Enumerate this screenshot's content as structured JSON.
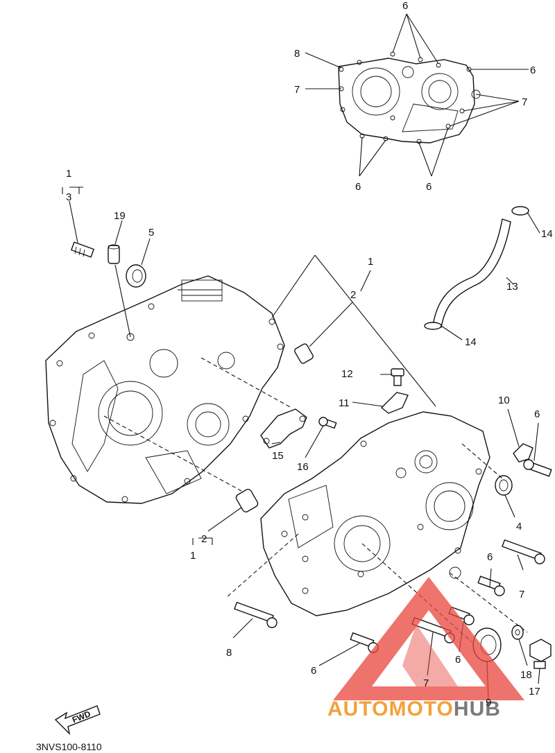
{
  "diagram": {
    "drawing_code": "3NVS100-8110",
    "fwd_label": "FWD",
    "callouts": [
      {
        "id": "c1-top",
        "text": "1"
      },
      {
        "id": "c3-top",
        "text": "3"
      },
      {
        "id": "c19",
        "text": "19"
      },
      {
        "id": "c5",
        "text": "5"
      },
      {
        "id": "c1-mid",
        "text": "1"
      },
      {
        "id": "c2-mid",
        "text": "2"
      },
      {
        "id": "c6-a",
        "text": "6"
      },
      {
        "id": "c8-gasket",
        "text": "8"
      },
      {
        "id": "c6-b",
        "text": "6"
      },
      {
        "id": "c7-a",
        "text": "7"
      },
      {
        "id": "c7-b",
        "text": "7"
      },
      {
        "id": "c6-c",
        "text": "6"
      },
      {
        "id": "c6-d",
        "text": "6"
      },
      {
        "id": "c14-a",
        "text": "14"
      },
      {
        "id": "c13",
        "text": "13"
      },
      {
        "id": "c14-b",
        "text": "14"
      },
      {
        "id": "c12",
        "text": "12"
      },
      {
        "id": "c11",
        "text": "11"
      },
      {
        "id": "c10",
        "text": "10"
      },
      {
        "id": "c6-e",
        "text": "6"
      },
      {
        "id": "c15",
        "text": "15"
      },
      {
        "id": "c16",
        "text": "16"
      },
      {
        "id": "c4",
        "text": "4"
      },
      {
        "id": "c2-low",
        "text": "2"
      },
      {
        "id": "c1-low",
        "text": "1"
      },
      {
        "id": "c7-c",
        "text": "7"
      },
      {
        "id": "c6-f",
        "text": "6"
      },
      {
        "id": "c8-bolt",
        "text": "8"
      },
      {
        "id": "c6-g",
        "text": "6"
      },
      {
        "id": "c6-h",
        "text": "6"
      },
      {
        "id": "c7-d",
        "text": "7"
      },
      {
        "id": "c9",
        "text": "9"
      },
      {
        "id": "c18",
        "text": "18"
      },
      {
        "id": "c17",
        "text": "17"
      }
    ]
  },
  "watermark": {
    "auto": "AUTO",
    "moto": "MOTO",
    "hub": "HUB",
    "color_primary": "#f2a23a",
    "color_secondary": "#7a7a7a",
    "color_triangle": "#e8453c"
  }
}
